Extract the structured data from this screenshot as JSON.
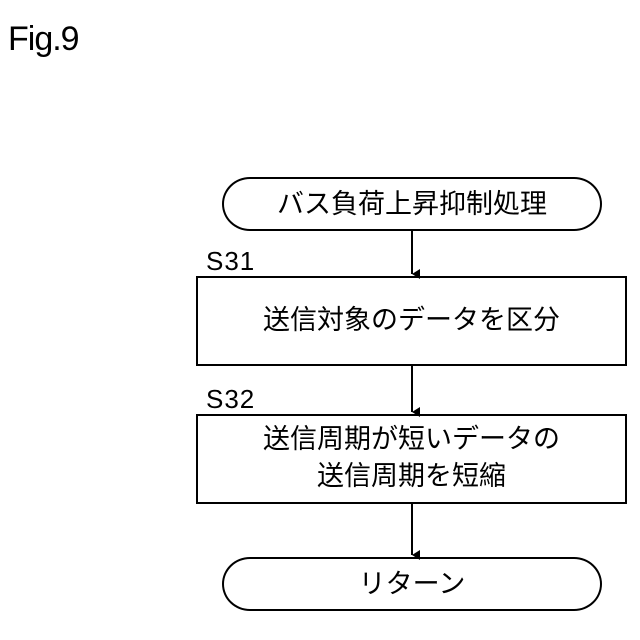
{
  "figure": {
    "label": "Fig.9"
  },
  "flowchart": {
    "start": "バス負荷上昇抑制処理",
    "steps": [
      {
        "id": "S31",
        "lines": [
          "送信対象のデータを区分"
        ]
      },
      {
        "id": "S32",
        "lines": [
          "送信周期が短いデータの",
          "送信周期を短縮"
        ]
      }
    ],
    "end": "リターン"
  }
}
